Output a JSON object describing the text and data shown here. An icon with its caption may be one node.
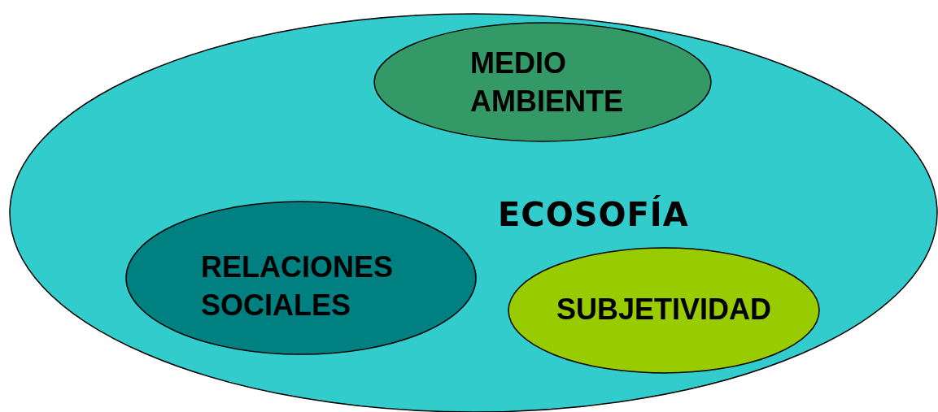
{
  "diagram": {
    "nodes": [
      {
        "text": [
          "ECOSOFÍA"
        ]
      },
      {
        "text": [
          "MEDIO AMBIENTE"
        ],
        "in": 0
      },
      {
        "text": [
          "RELACIONES SOCIALES"
        ],
        "in": 0
      },
      {
        "text": [
          "SUBJETIVIDAD"
        ],
        "in": 0
      }
    ]
  }
}
